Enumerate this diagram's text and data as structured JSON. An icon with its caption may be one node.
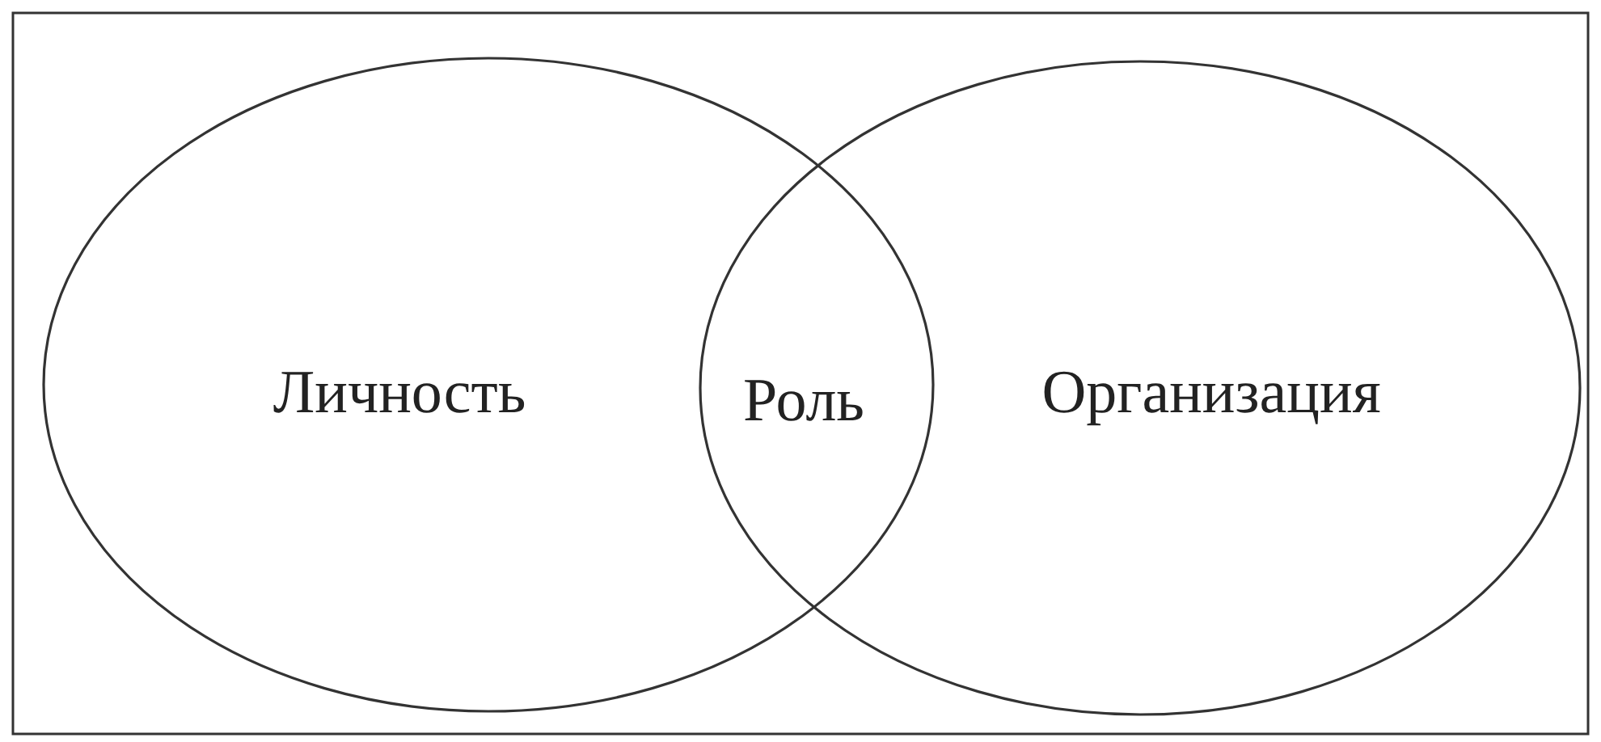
{
  "diagram": {
    "nodes": [
      {
        "text": [
          "Личность"
        ]
      },
      {
        "text": [
          "Организация"
        ]
      }
    ],
    "edges": [],
    "labels": [
      "Роль"
    ]
  }
}
